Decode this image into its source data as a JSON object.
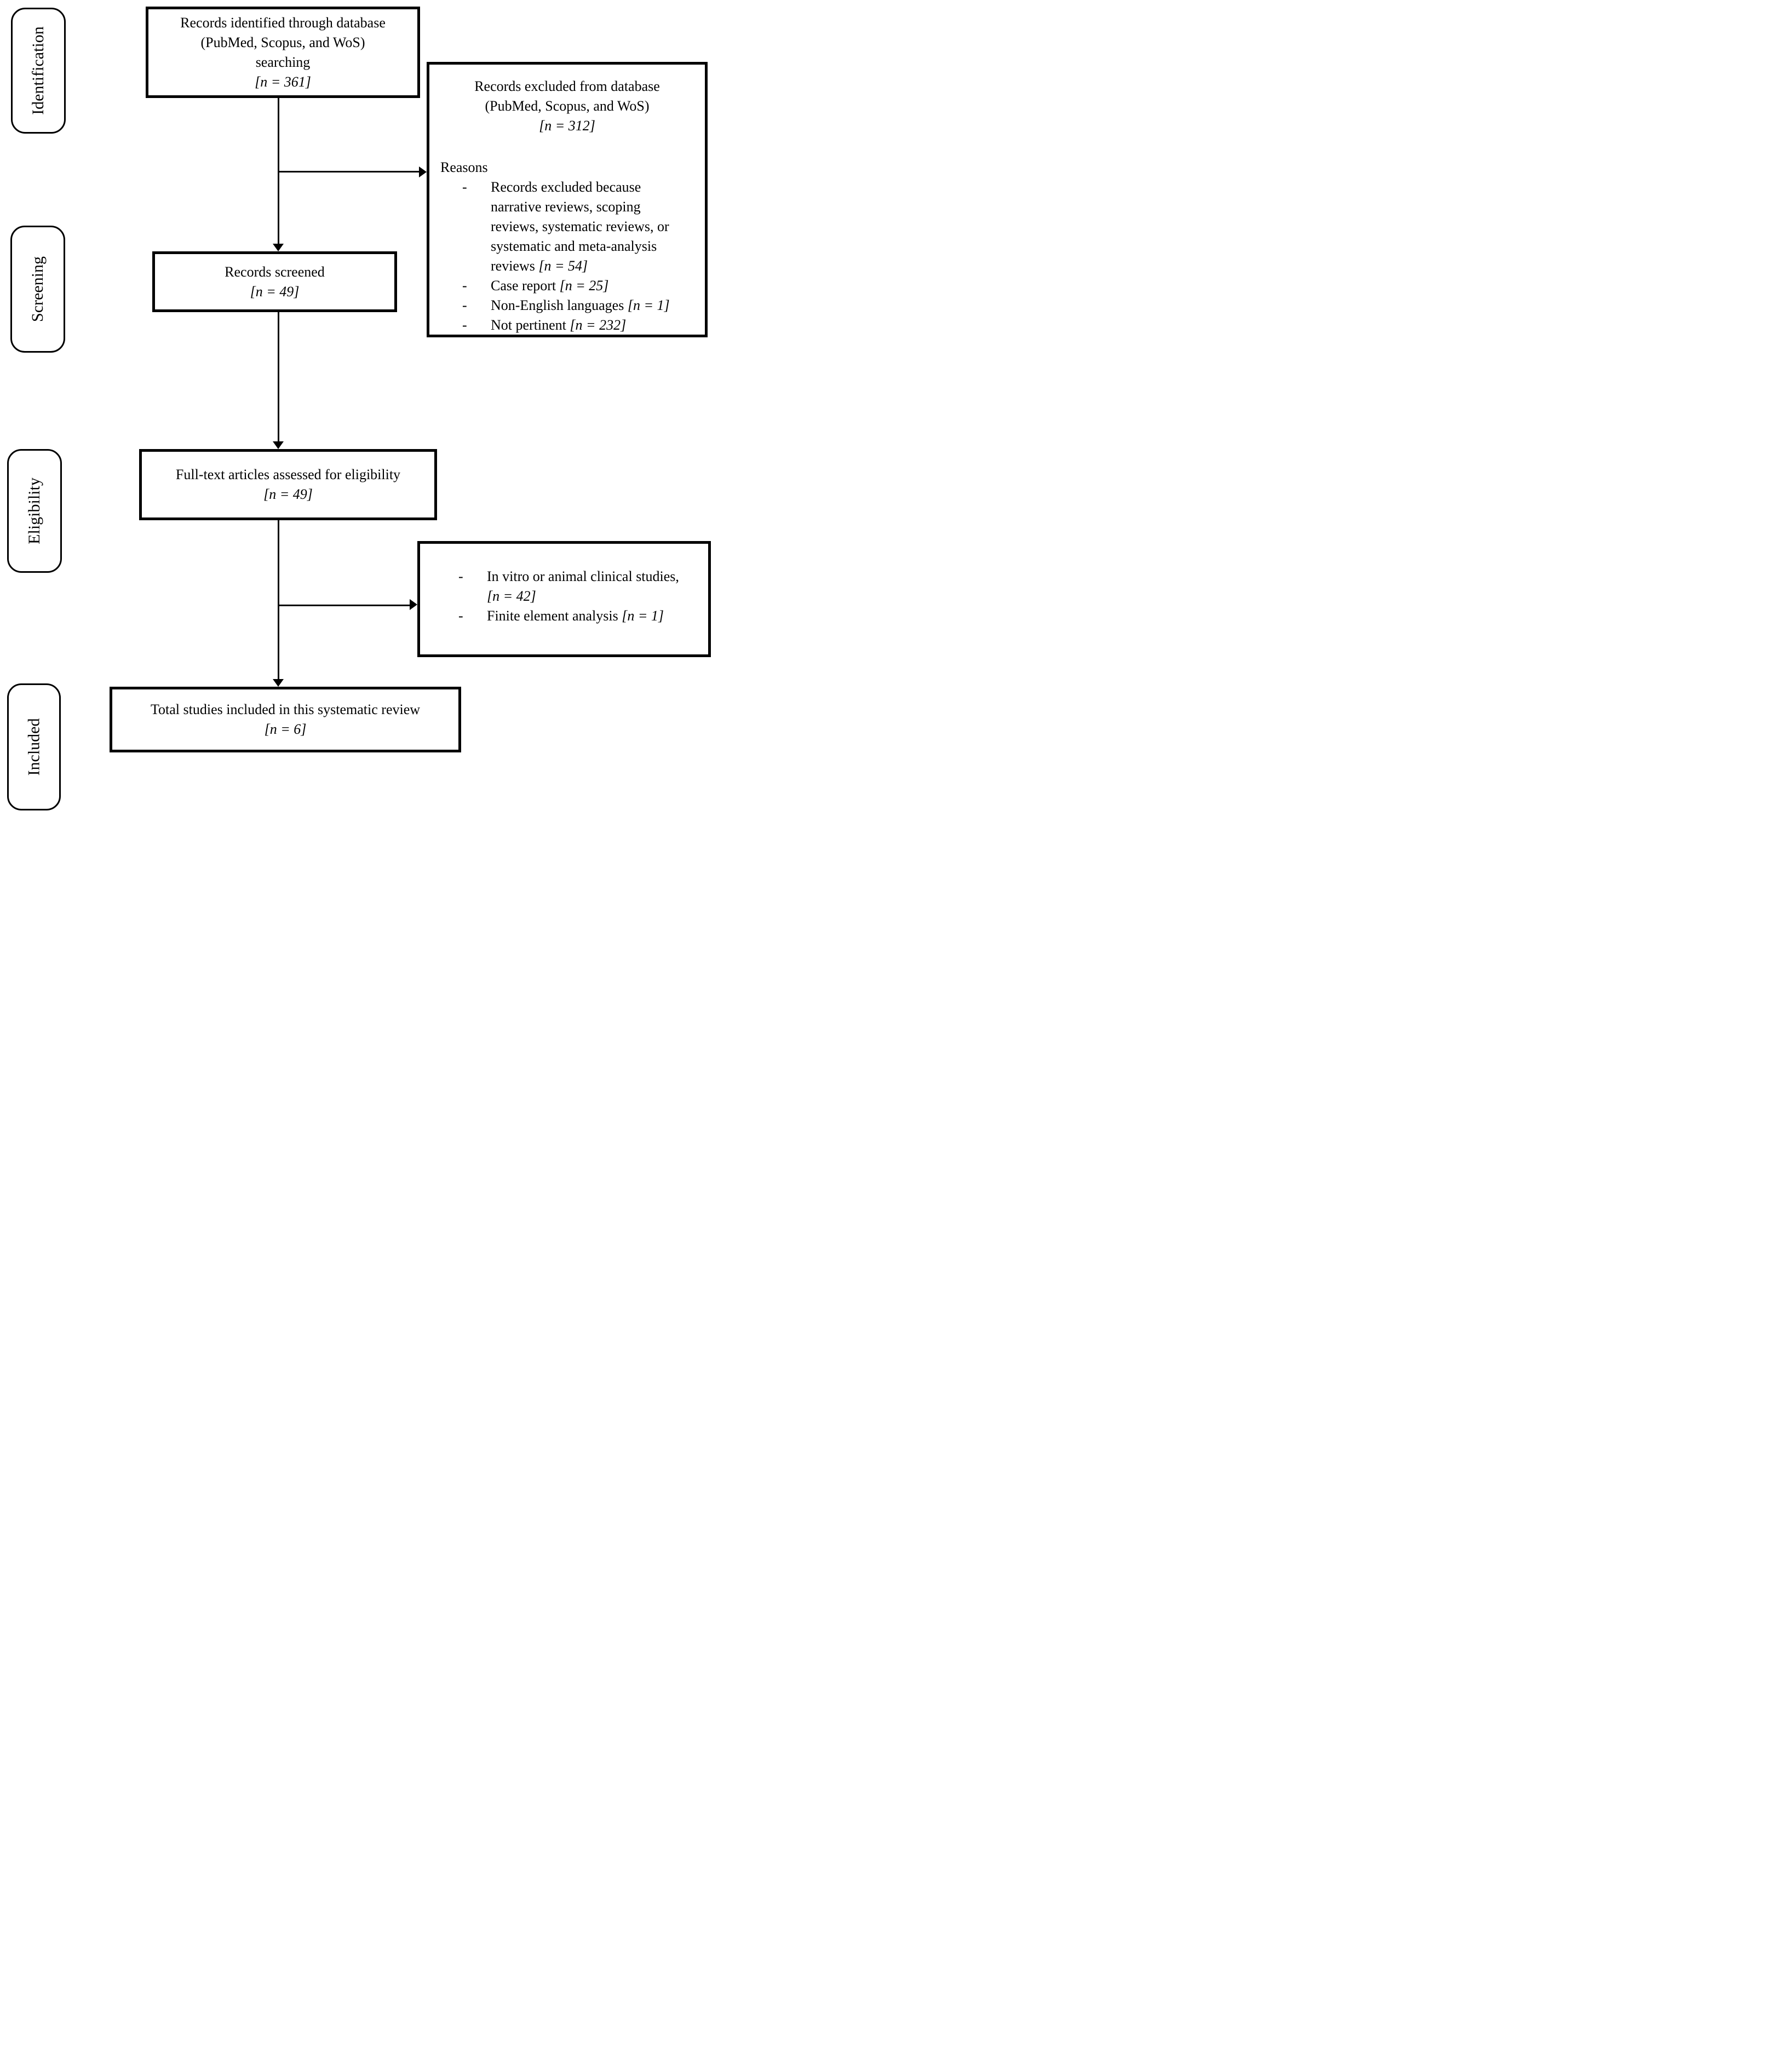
{
  "colors": {
    "ink": "#000000",
    "paper": "#ffffff"
  },
  "misc": {
    "bullet": "-"
  },
  "stages": [
    {
      "label": "Identification"
    },
    {
      "label": "Screening"
    },
    {
      "label": "Eligibility"
    },
    {
      "label": "Included"
    }
  ],
  "boxes": {
    "identified": {
      "lines": [
        "Records identified through database",
        "(PubMed, Scopus, and WoS)",
        "searching"
      ],
      "n": "[n = 361]"
    },
    "excluded": {
      "title_lines": [
        "Records excluded from database",
        "(PubMed, Scopus, and WoS)"
      ],
      "n": "[n = 312]",
      "reasons_label": "Reasons",
      "reasons": [
        {
          "text": "Records excluded because narrative reviews, scoping reviews, systematic reviews, or systematic and meta-analysis reviews",
          "n": "[n = 54]"
        },
        {
          "text": "Case report",
          "n": "[n = 25]"
        },
        {
          "text": "Non-English languages",
          "n": "[n = 1]"
        },
        {
          "text": "Not pertinent",
          "n": "[n = 232]"
        }
      ]
    },
    "screened": {
      "text": "Records screened",
      "n": "[n = 49]"
    },
    "fulltext": {
      "text": "Full-text articles assessed for eligibility",
      "n": "[n = 49]"
    },
    "excluded_fulltext": {
      "reasons": [
        {
          "text": "In vitro or animal clinical studies,",
          "n": "[n = 42]"
        },
        {
          "text": "Finite element analysis",
          "n": "[n = 1]"
        }
      ]
    },
    "included_total": {
      "text": "Total studies included in this systematic review",
      "n": "[n = 6]"
    }
  }
}
